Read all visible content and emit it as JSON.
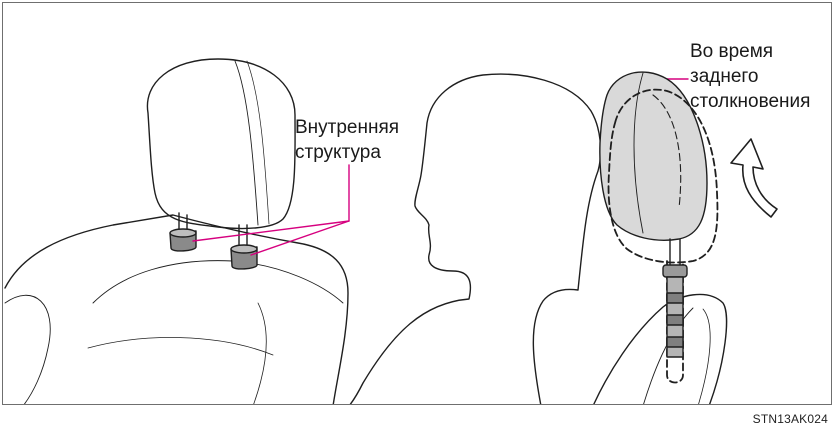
{
  "labels": {
    "inner_structure": [
      "Внутренняя",
      "структура"
    ],
    "rear_collision": [
      "Во время",
      "заднего",
      "столкновения"
    ]
  },
  "figure_code": "STN13AK024",
  "colors": {
    "outline": "#1f1f1f",
    "headrest_fill": "#d9d9d9",
    "leader_line": "#d6007f",
    "frame_border": "#6f6f6f"
  },
  "icons": {
    "motion_arrow": "curved-up-arrow-icon"
  }
}
